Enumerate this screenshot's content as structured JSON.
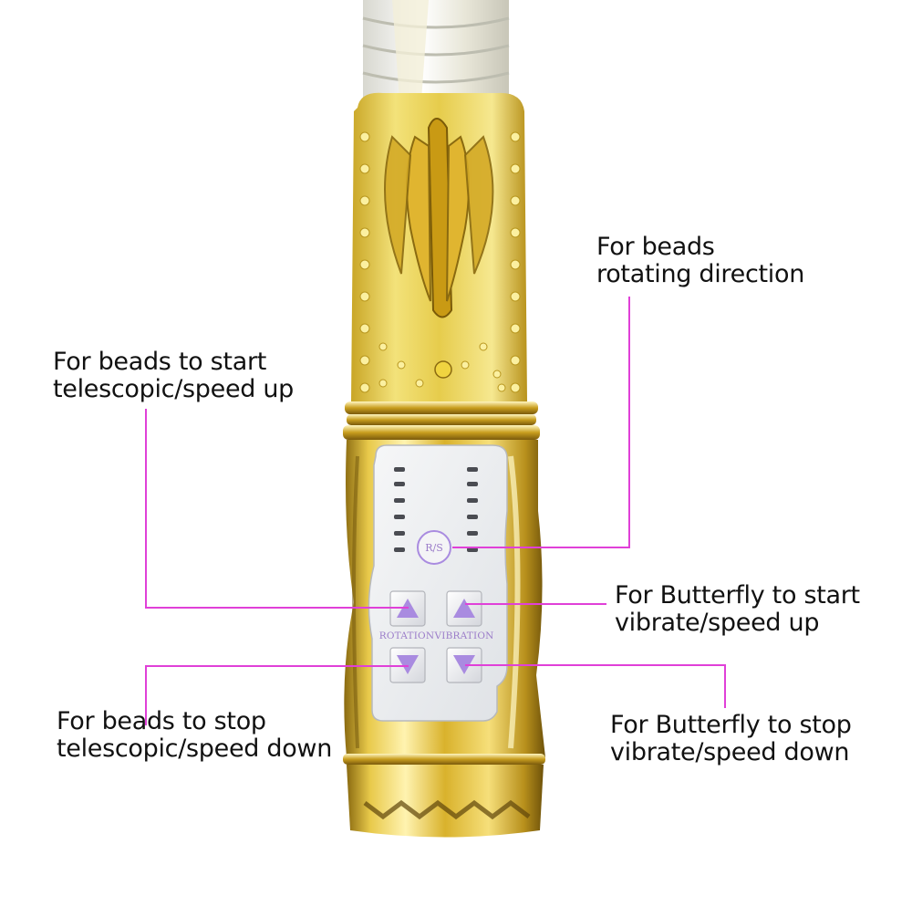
{
  "annotations": {
    "rotating_direction": {
      "lines": [
        "For beads",
        "rotating direction"
      ]
    },
    "beads_start": {
      "lines": [
        "For beads to start",
        "telescopic/speed up"
      ]
    },
    "butterfly_start": {
      "lines": [
        "For Butterfly to start",
        "vibrate/speed up"
      ]
    },
    "beads_stop": {
      "lines": [
        "For beads to stop",
        "telescopic/speed down"
      ]
    },
    "butterfly_stop": {
      "lines": [
        "For Butterfly to stop",
        "vibrate/speed down"
      ]
    }
  },
  "panel": {
    "rs_label": "R/S",
    "rotation_label": "ROTATION",
    "vibration_label": "VIBRATION"
  },
  "colors": {
    "leader_line": "#e040d8",
    "gold": "#d8b42a",
    "gold_dark": "#8a6a10",
    "panel": "#eef0f2",
    "button_purple": "#a98be0"
  },
  "icons": [
    "arrow-up-icon",
    "arrow-down-icon",
    "led-indicator-icon"
  ]
}
